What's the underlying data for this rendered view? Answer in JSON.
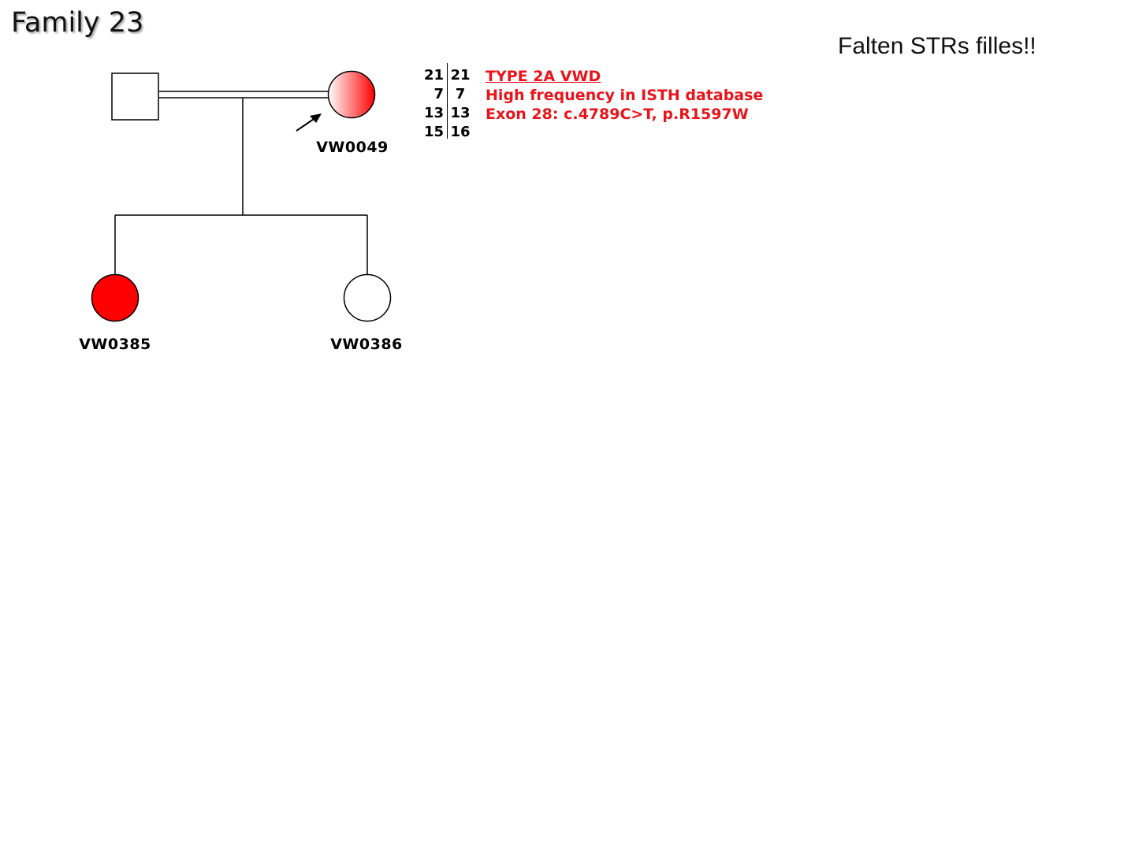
{
  "title": "Family 23",
  "note": "Falten STRs filles!!",
  "colors": {
    "affected": "#ff0000",
    "text_red": "#e8141b",
    "line": "#000000"
  },
  "individuals": {
    "proband": {
      "id": "VW0049",
      "sex": "female",
      "status": "partially-affected"
    },
    "father": {
      "id": "",
      "sex": "male",
      "status": "unaffected"
    },
    "daughter_1": {
      "id": "VW0385",
      "sex": "female",
      "status": "affected"
    },
    "daughter_2": {
      "id": "VW0386",
      "sex": "female",
      "status": "unaffected"
    }
  },
  "str_markers": [
    {
      "left": "21",
      "right": "21"
    },
    {
      "left": "7",
      "right": "7"
    },
    {
      "left": "13",
      "right": "13"
    },
    {
      "left": "15",
      "right": "16"
    }
  ],
  "annotations": [
    "TYPE 2A VWD",
    "High frequency in ISTH database",
    "Exon 28: c.4789C>T, p.R1597W"
  ],
  "proband_arrow_icon": "arrow-up-right-icon"
}
